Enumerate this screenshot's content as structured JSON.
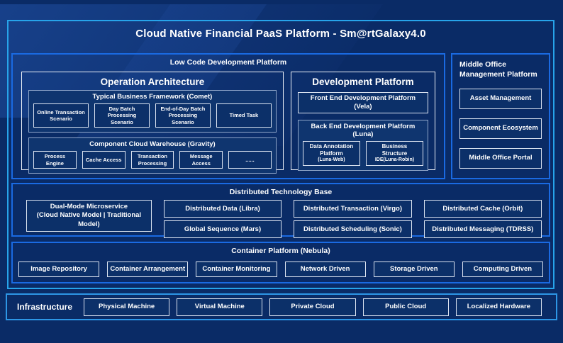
{
  "title": "Cloud Native Financial PaaS Platform - Sm@rtGalaxy4.0",
  "colors": {
    "accent_cyan": "#27a4ea",
    "accent_blue": "#1a6ae2",
    "background": "#0a2b66",
    "leaf_bg": "#0c3069"
  },
  "lowcode": {
    "label": "Low Code Development Platform",
    "operation": {
      "title": "Operation Architecture",
      "framework": {
        "title": "Typical Business Framework (Comet)",
        "items": [
          {
            "label": "Online Transaction Scenario"
          },
          {
            "label": "Day Batch Processing Scenario"
          },
          {
            "label": "End-of-Day Batch Processing Scenario"
          },
          {
            "label": "Timed Task"
          }
        ]
      },
      "warehouse": {
        "title": "Component Cloud Warehouse (Gravity)",
        "items": [
          {
            "label": "Process Engine"
          },
          {
            "label": "Cache Access"
          },
          {
            "label": "Transaction Processing"
          },
          {
            "label": "Message Access"
          },
          {
            "label": "......"
          }
        ]
      }
    },
    "development": {
      "title": "Development Platform",
      "frontend_label": "Front End Development Platform (Vela)",
      "backend": {
        "title": "Back End Development Platform (Luna)",
        "items": [
          {
            "label": "Data Annotation Platform",
            "sub": "(Luna-Web)"
          },
          {
            "label": "Business Structure",
            "sub": "IDE(Luna-Robin)"
          }
        ]
      }
    }
  },
  "middle_office": {
    "title": "Middle Office Management Platform",
    "items": [
      {
        "label": "Asset Management"
      },
      {
        "label": "Component Ecosystem"
      },
      {
        "label": "Middle Office Portal"
      }
    ]
  },
  "distributed": {
    "title": "Distributed Technology Base",
    "dual_mode": {
      "line1": "Dual-Mode Microservice",
      "line2": "(Cloud Native Model | Traditional Model)"
    },
    "columns": [
      {
        "top": "Distributed Data (Libra)",
        "bottom": "Global Sequence (Mars)"
      },
      {
        "top": "Distributed Transaction (Virgo)",
        "bottom": "Distributed Scheduling (Sonic)"
      },
      {
        "top": "Distributed Cache (Orbit)",
        "bottom": "Distributed Messaging (TDRSS)"
      }
    ]
  },
  "container_platform": {
    "title": "Container Platform (Nebula)",
    "items": [
      {
        "label": "Image Repository"
      },
      {
        "label": "Container Arrangement"
      },
      {
        "label": "Container Monitoring"
      },
      {
        "label": "Network Driven"
      },
      {
        "label": "Storage Driven"
      },
      {
        "label": "Computing Driven"
      }
    ]
  },
  "infrastructure": {
    "label": "Infrastructure",
    "items": [
      {
        "label": "Physical Machine"
      },
      {
        "label": "Virtual Machine"
      },
      {
        "label": "Private Cloud"
      },
      {
        "label": "Public Cloud"
      },
      {
        "label": "Localized Hardware"
      }
    ]
  }
}
